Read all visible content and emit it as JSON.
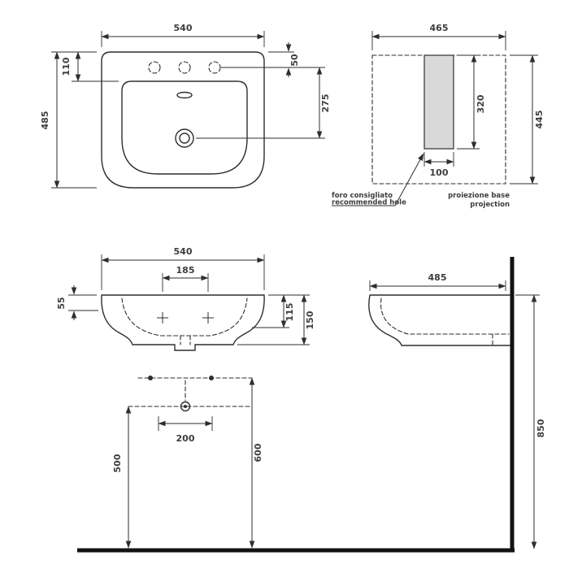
{
  "drawing": {
    "plan": {
      "dim_width": "540",
      "dim_depth": "485",
      "dim_rim_to_basin": "110",
      "dim_tap_offset": "50",
      "dim_tap_to_drain": "275"
    },
    "projection": {
      "dim_width": "465",
      "dim_depth": "445",
      "dim_hole_height": "320",
      "dim_hole_width": "100",
      "note_it": "foro consigliato",
      "note_en": "recommended hole",
      "caption_it": "proiezione base",
      "caption_en": "projection"
    },
    "front": {
      "dim_width": "540",
      "dim_tap_spacing": "185",
      "dim_rim": "55",
      "dim_basin_depth": "115",
      "dim_height": "150",
      "dim_trap_width": "200",
      "dim_drain_height": "500",
      "dim_fixing_height": "600"
    },
    "side": {
      "dim_depth": "485",
      "dim_rim_height": "850"
    }
  },
  "colors": {
    "hole_fill": "#d9d9d9",
    "line": "#2e2e2e"
  }
}
